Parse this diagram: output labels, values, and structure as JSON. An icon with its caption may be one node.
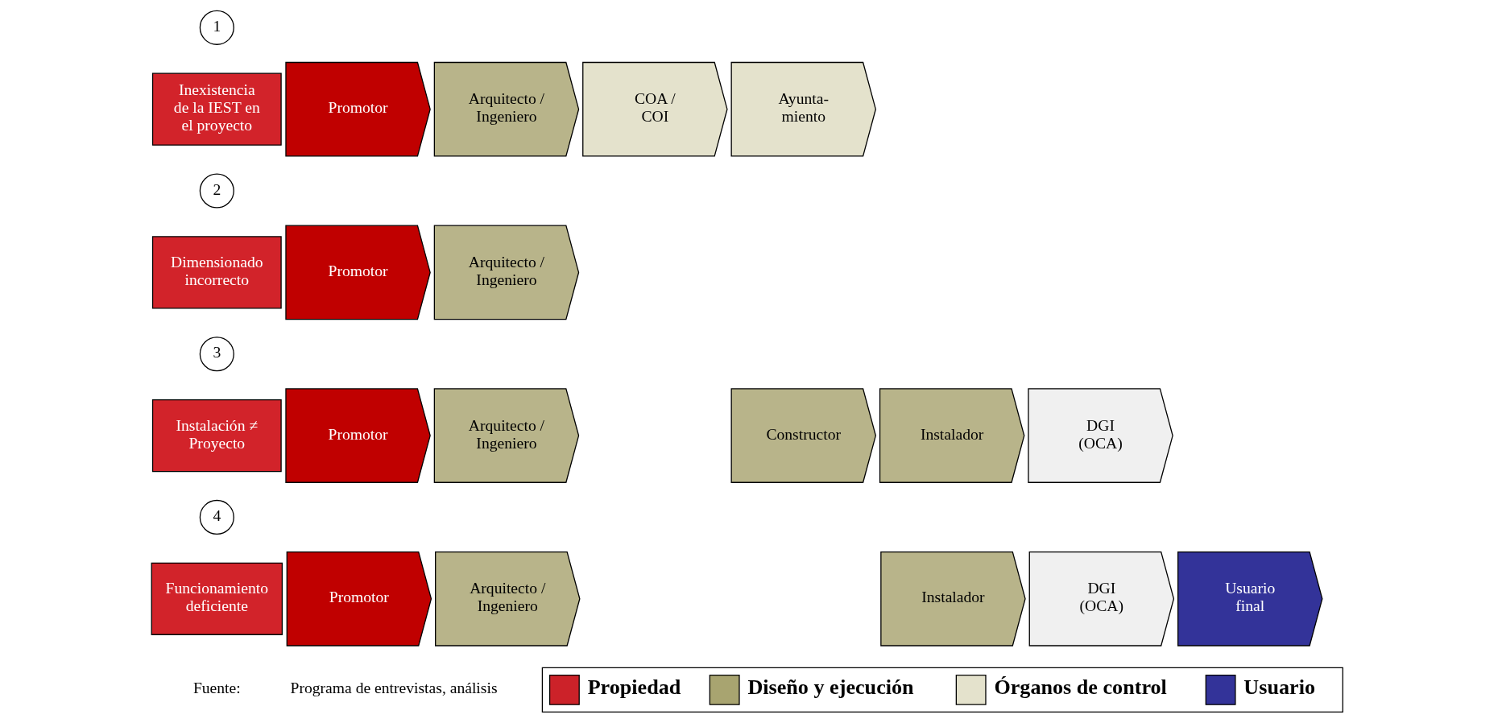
{
  "diagram": {
    "nodes": [
      {
        "text": [
          "1"
        ]
      },
      {
        "text": [
          "Inexistencia de la IEST en el proyecto"
        ]
      },
      {
        "text": [
          "Promotor"
        ]
      },
      {
        "text": [
          "Arquitecto / Ingeniero"
        ]
      },
      {
        "text": [
          "COA / COI"
        ]
      },
      {
        "text": [
          "Ayunta- miento"
        ]
      },
      {
        "text": [
          "2"
        ]
      },
      {
        "text": [
          "Dimensionado incorrecto"
        ]
      },
      {
        "text": [
          "Promotor"
        ]
      },
      {
        "text": [
          "Arquitecto / Ingeniero"
        ]
      },
      {
        "text": [
          "3"
        ]
      },
      {
        "text": [
          "Instalación ≠ Proyecto"
        ]
      },
      {
        "text": [
          "Promotor"
        ]
      },
      {
        "text": [
          "Arquitecto / Ingeniero"
        ]
      },
      {
        "text": [
          "Constructor"
        ]
      },
      {
        "text": [
          "Instalador"
        ]
      },
      {
        "text": [
          "DGI (OCA)"
        ]
      },
      {
        "text": [
          "4"
        ]
      },
      {
        "text": [
          "Funcionamiento deficiente"
        ]
      },
      {
        "text": [
          "Promotor"
        ]
      },
      {
        "text": [
          "Arquitecto / Ingeniero"
        ]
      },
      {
        "text": [
          "Instalador"
        ]
      },
      {
        "text": [
          "DGI (OCA)"
        ]
      },
      {
        "text": [
          "Usuario final"
        ]
      }
    ],
    "edges": [],
    "labels": [
      "Fuente:",
      "Programa de entrevistas, análisis"
    ],
    "legend": [
      {
        "text": "Propiedad",
        "color": "#cc2229"
      },
      {
        "text": "Diseño y ejecución",
        "color": "#a8a470"
      },
      {
        "text": "Órganos de control",
        "color": "#e4e2cc"
      },
      {
        "text": "Usuario",
        "color": "#333399"
      }
    ]
  }
}
